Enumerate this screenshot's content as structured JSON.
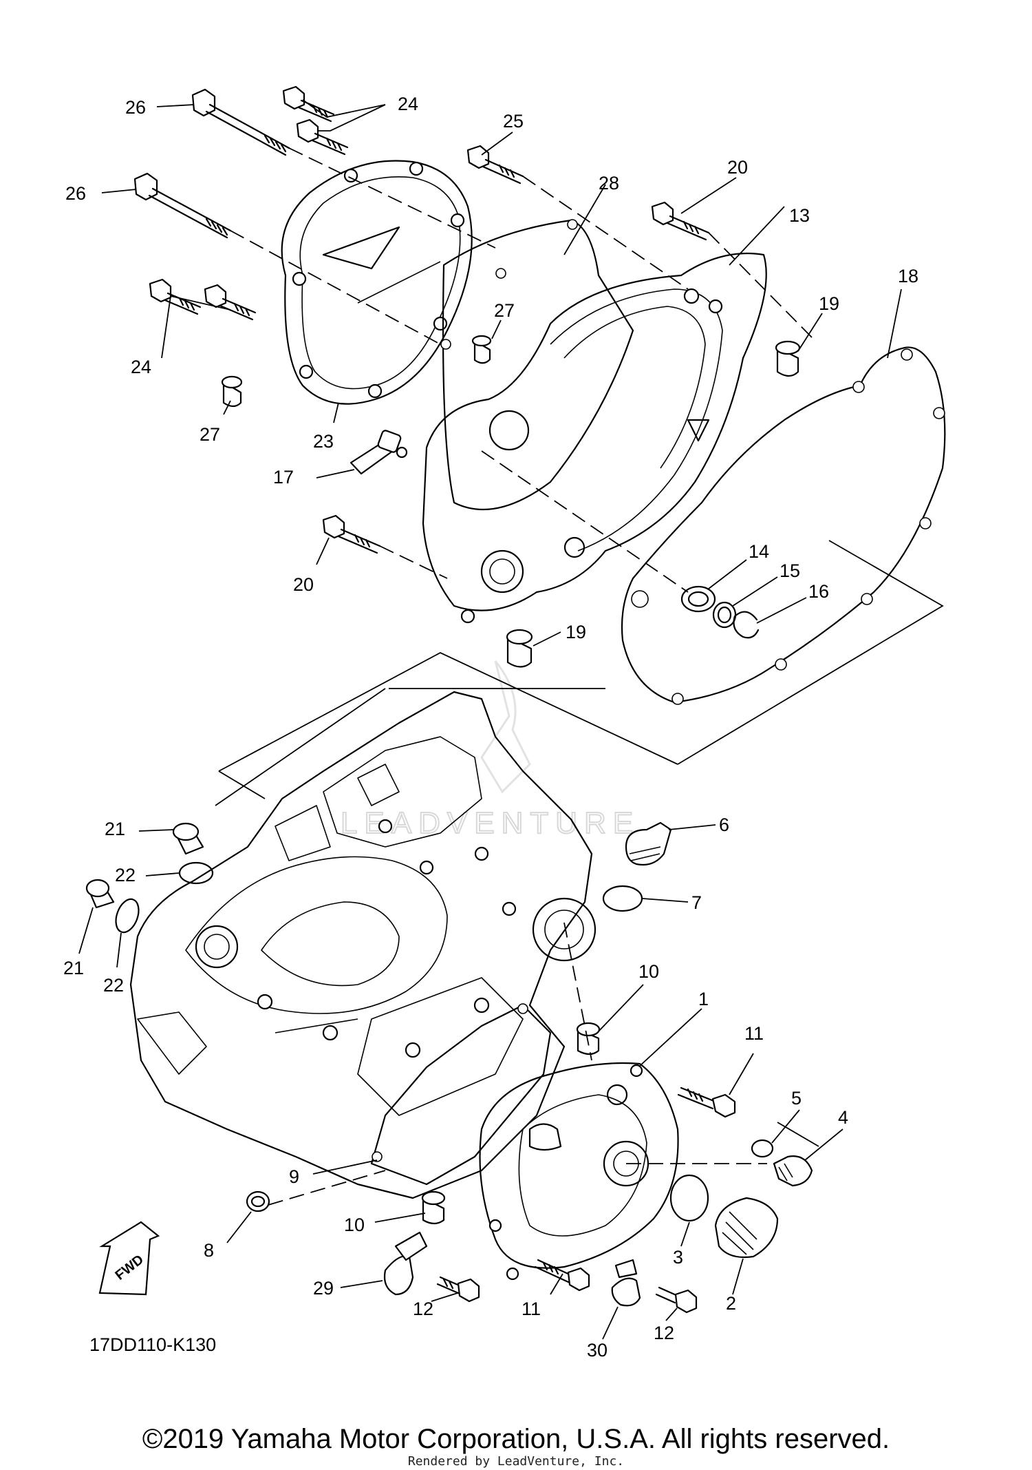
{
  "diagram": {
    "code": "17DD110-K130",
    "direction_label": "FWD",
    "watermark": "LEADVENTURE",
    "copyright": "©2019 Yamaha Motor Corporation, U.S.A. All rights reserved.",
    "rendered_by": "Rendered by LeadVenture, Inc."
  },
  "callouts": {
    "c1": "1",
    "c2": "2",
    "c3": "3",
    "c4": "4",
    "c5": "5",
    "c6": "6",
    "c7": "7",
    "c8": "8",
    "c9": "9",
    "c10a": "10",
    "c10b": "10",
    "c11a": "11",
    "c11b": "11",
    "c12a": "12",
    "c12b": "12",
    "c13": "13",
    "c14": "14",
    "c15": "15",
    "c16": "16",
    "c17": "17",
    "c18": "18",
    "c19a": "19",
    "c19b": "19",
    "c20a": "20",
    "c20b": "20",
    "c21a": "21",
    "c21b": "21",
    "c22a": "22",
    "c22b": "22",
    "c23": "23",
    "c24a": "24",
    "c24b": "24",
    "c25": "25",
    "c26a": "26",
    "c26b": "26",
    "c27a": "27",
    "c27b": "27",
    "c28": "28",
    "c29": "29",
    "c30": "30"
  },
  "icons": {
    "direction_arrow": "fwd-arrow-icon"
  }
}
